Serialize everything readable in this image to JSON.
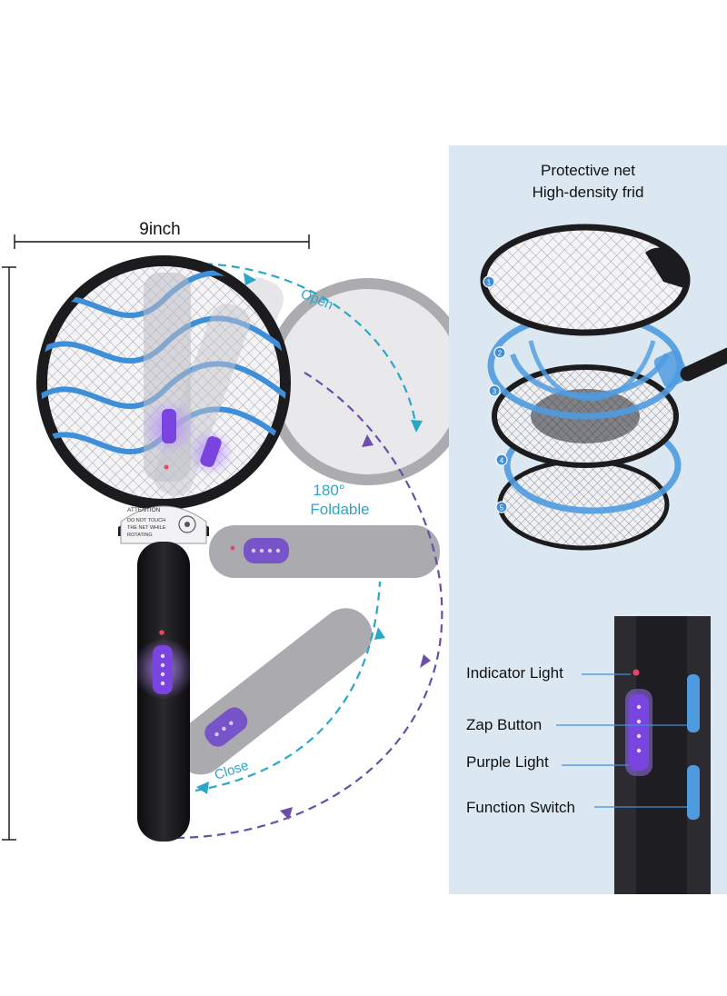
{
  "dimension": {
    "width_label": "9inch"
  },
  "folding": {
    "open_label": "Open",
    "close_label": "Close",
    "angle_label": "180°",
    "foldable_label": "Foldable"
  },
  "attention_plate": {
    "heading": "ATTENTION",
    "line1": "DO NOT TOUCH",
    "line2": "THE NET WHILE",
    "line3": "ROTATING"
  },
  "protective_net": {
    "title_line1": "Protective net",
    "title_line2": "High-density frid",
    "layers": [
      "1",
      "2",
      "3",
      "4",
      "5"
    ]
  },
  "handle_features": {
    "labels": [
      "Indicator Light",
      "Zap Button",
      "Purple Light",
      "Function Switch"
    ]
  },
  "colors": {
    "frame": "#1c1c1e",
    "blue_wire": "#3f8fd8",
    "purple_led": "#7a44e0",
    "cyan_arrow": "#2aa6c8",
    "purple_arrow": "#6a4ea8",
    "panel_bg": "#dce8f1"
  }
}
